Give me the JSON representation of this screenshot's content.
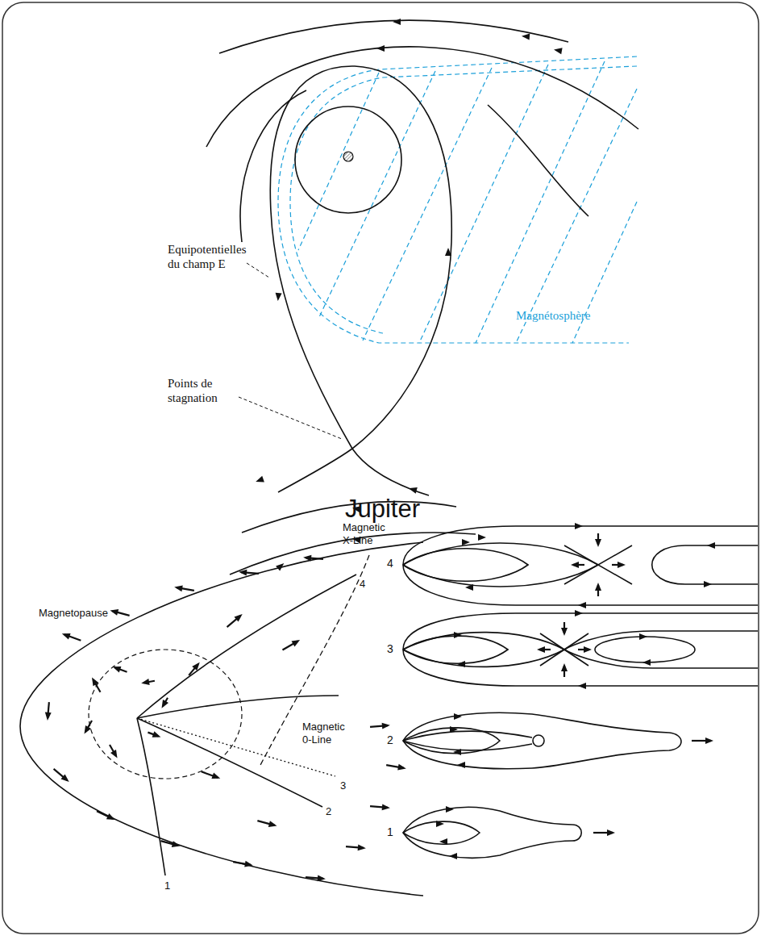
{
  "diagram": {
    "labels": [
      "Equipotentielles du champ E",
      "Points de stagnation",
      "Magnétosphère",
      "Jupiter",
      "Magnetic X-Line",
      "Magnetopause",
      "Magnetic 0-Line",
      "4",
      "3",
      "2",
      "1",
      "4",
      "3",
      "2",
      "1"
    ]
  }
}
